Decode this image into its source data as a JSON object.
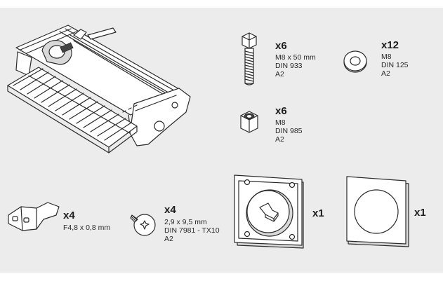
{
  "parts": {
    "bolt": {
      "qty": "x6",
      "spec": [
        "M8 x 50 mm",
        "DIN 933",
        "A2"
      ],
      "icon": "hex-bolt-icon"
    },
    "washer": {
      "qty": "x12",
      "spec": [
        "M8",
        "DIN 125",
        "A2"
      ],
      "icon": "washer-icon"
    },
    "nut": {
      "qty": "x6",
      "spec": [
        "M8",
        "DIN 985",
        "A2"
      ],
      "icon": "lock-nut-icon"
    },
    "connector": {
      "qty": "x4",
      "spec": [
        "F4,8 x 0,8 mm"
      ],
      "icon": "cable-connector-icon"
    },
    "screw": {
      "qty": "x4",
      "spec": [
        "2,9 x 9,5 mm",
        "DIN 7981 - TX10",
        "A2"
      ],
      "icon": "torx-screw-icon"
    },
    "switch_base": {
      "qty": "x1",
      "icon": "switch-base-plate-icon"
    },
    "cover_plate": {
      "qty": "x1",
      "icon": "cover-plate-icon"
    },
    "step_assembly": {
      "icon": "retractable-step-icon"
    }
  },
  "colors": {
    "panel": "#ececec",
    "ink": "#2b2b2b"
  }
}
